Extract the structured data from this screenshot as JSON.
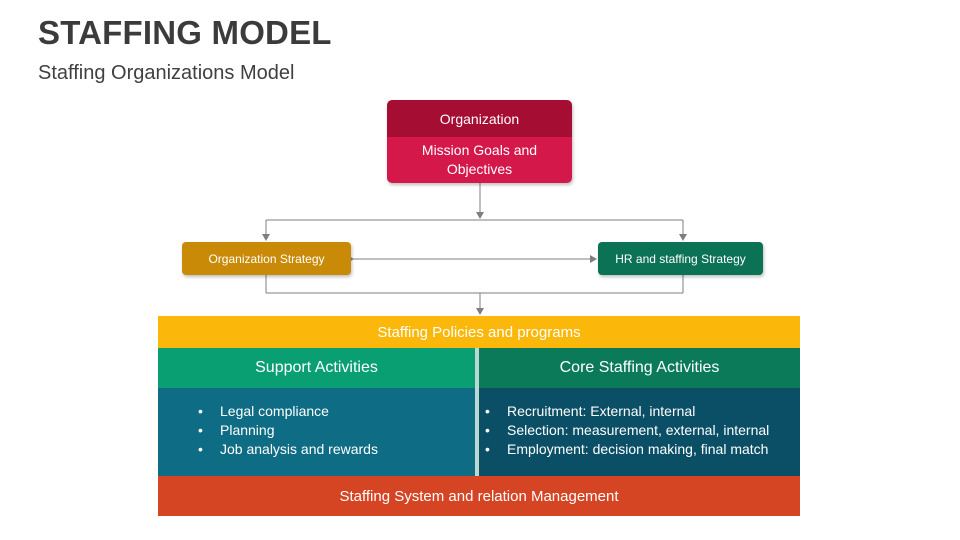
{
  "header": {
    "title": "STAFFING MODEL",
    "subtitle": "Staffing Organizations Model"
  },
  "organization": {
    "heading": "Organization",
    "body": "Mission Goals and Objectives"
  },
  "strategies": {
    "left": "Organization Strategy",
    "right": "HR and staffing Strategy"
  },
  "policies": {
    "label": "Staffing Policies and programs"
  },
  "support": {
    "heading": "Support Activities",
    "items": [
      "Legal compliance",
      "Planning",
      "Job analysis and rewards"
    ]
  },
  "core": {
    "heading": "Core Staffing Activities",
    "items": [
      "Recruitment: External, internal",
      "Selection: measurement, external, internal",
      "Employment: decision making, final match"
    ]
  },
  "system": {
    "label": "Staffing System and relation Management"
  },
  "colors": {
    "organization_head": "#a50d32",
    "organization_body": "#d4184a",
    "organization_strategy": "#c98a07",
    "hr_strategy": "#0b7255",
    "policies": "#fbb80b",
    "support_head": "#0a9f73",
    "core_head": "#0b7a58",
    "support_body": "#0e6c84",
    "core_body": "#0a4f66",
    "system": "#d54423",
    "connector": "#7f7f7f"
  }
}
